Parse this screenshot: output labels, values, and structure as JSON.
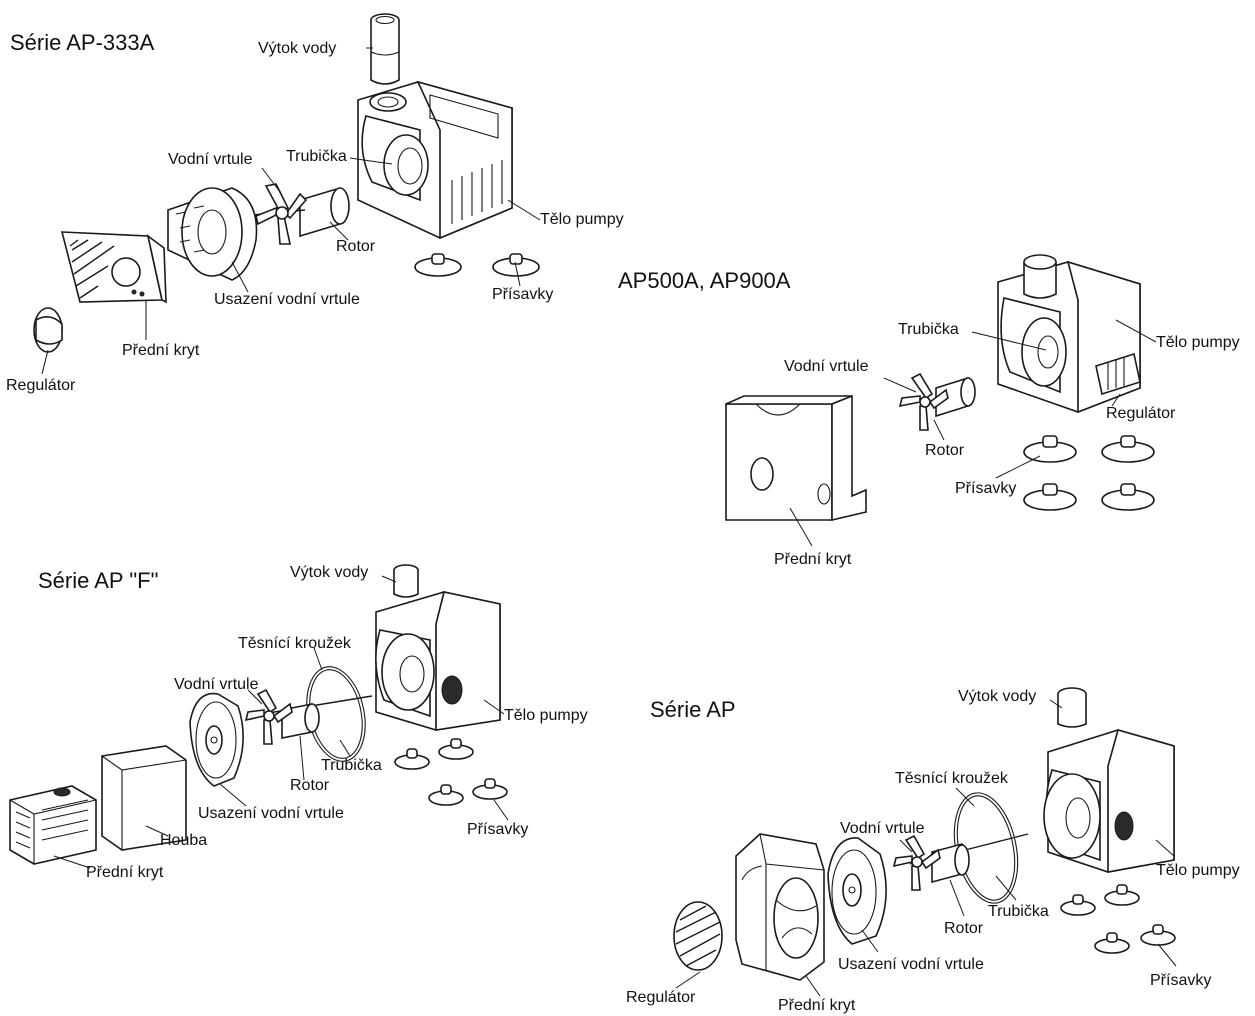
{
  "sections": {
    "s1": {
      "title": "Série AP-333A",
      "labels": {
        "vytok_vody": "Výtok vody",
        "trubicka": "Trubička",
        "vodni_vrtule": "Vodní vrtule",
        "telo_pumpy": "Tělo pumpy",
        "rotor": "Rotor",
        "usazeni_vodni_vrtule": "Usazení vodní vrtule",
        "prisavky": "Přísavky",
        "predni_kryt": "Přední kryt",
        "regulator": "Regulátor"
      }
    },
    "s2": {
      "title": "AP500A, AP900A",
      "labels": {
        "trubicka": "Trubička",
        "telo_pumpy": "Tělo pumpy",
        "vodni_vrtule": "Vodní vrtule",
        "regulator": "Regulátor",
        "rotor": "Rotor",
        "prisavky": "Přísavky",
        "predni_kryt": "Přední kryt"
      }
    },
    "s3": {
      "title": "Série AP \"F\"",
      "labels": {
        "vytok_vody": "Výtok vody",
        "tesnici_krouzek": "Těsnící kroužek",
        "vodni_vrtule": "Vodní vrtule",
        "telo_pumpy": "Tělo pumpy",
        "trubicka": "Trubička",
        "rotor": "Rotor",
        "usazeni_vodni_vrtule": "Usazení vodní vrtule",
        "prisavky": "Přísavky",
        "houba": "Houba",
        "predni_kryt": "Přední kryt"
      }
    },
    "s4": {
      "title": "Série AP",
      "labels": {
        "vytok_vody": "Výtok vody",
        "tesnici_krouzek": "Těsnící kroužek",
        "vodni_vrtule": "Vodní vrtule",
        "telo_pumpy": "Tělo pumpy",
        "trubicka": "Trubička",
        "rotor": "Rotor",
        "usazeni_vodni_vrtule": "Usazení vodní vrtule",
        "prisavky": "Přísavky",
        "regulator": "Regulátor",
        "predni_kryt": "Přední kryt"
      }
    }
  },
  "colors": {
    "line": "#1a1a1a",
    "text": "#111111",
    "background": "#ffffff"
  }
}
